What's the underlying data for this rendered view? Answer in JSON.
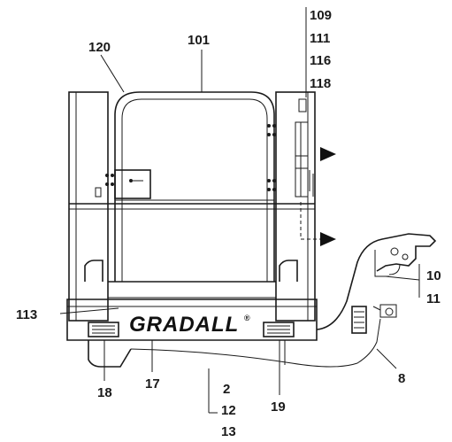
{
  "brand": {
    "text": "GRADALL",
    "mark": "®"
  },
  "callouts": {
    "c109": "109",
    "c111": "111",
    "c116": "116",
    "c118": "118",
    "c120": "120",
    "c101": "101",
    "c10": "10",
    "c11": "11",
    "c113": "113",
    "c8": "8",
    "c18": "18",
    "c17": "17",
    "c2": "2",
    "c12": "12",
    "c13": "13",
    "c19": "19"
  }
}
